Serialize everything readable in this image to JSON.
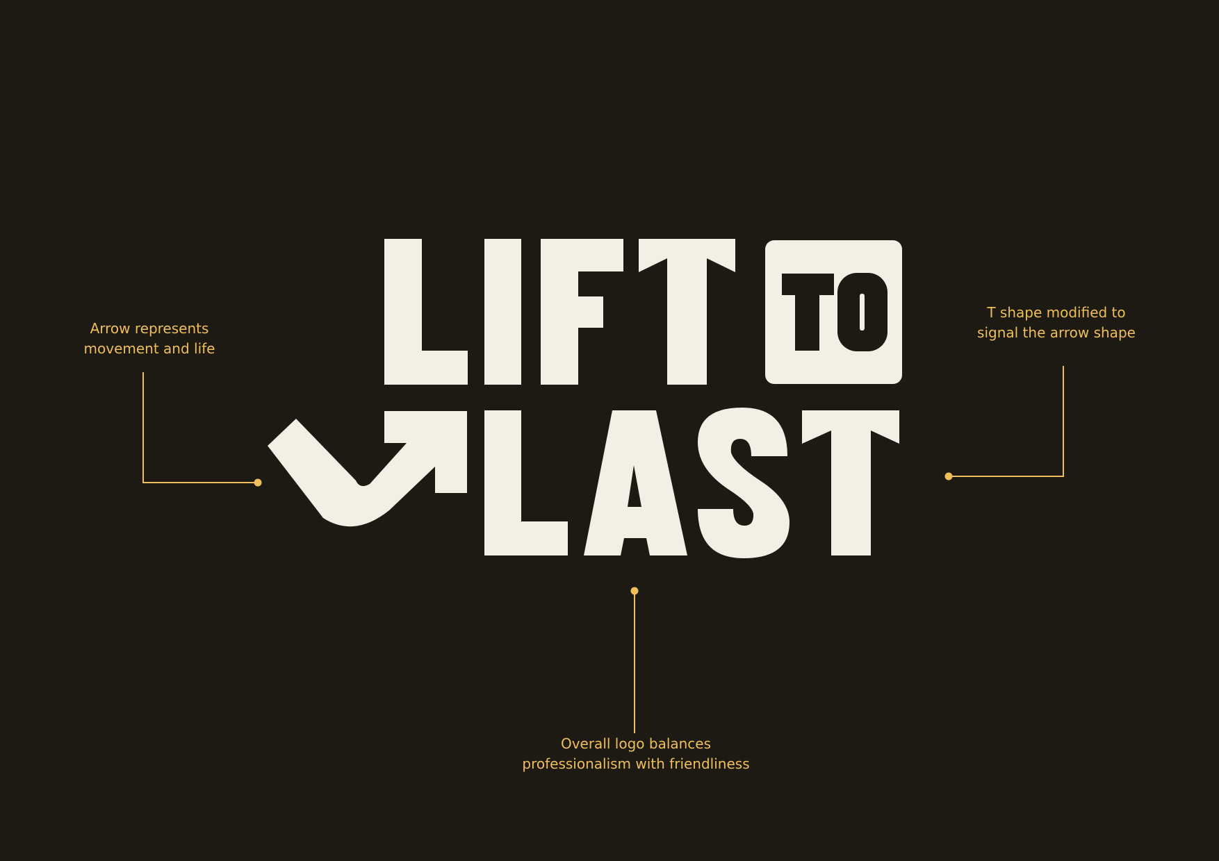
{
  "logo": {
    "wordmark_line1": "LIFT",
    "wordmark_badge": "TO",
    "wordmark_line2": "LAST"
  },
  "annotations": {
    "arrow": {
      "line1": "Arrow represents",
      "line2": "movement and life"
    },
    "t_shape": {
      "line1": "T shape modified to",
      "line2": "signal the arrow shape"
    },
    "overall": {
      "line1": "Overall logo balances",
      "line2": "professionalism with friendliness"
    }
  },
  "colors": {
    "background": "#1c1a12",
    "logo": "#f2efe4",
    "accent": "#f0be5a"
  }
}
